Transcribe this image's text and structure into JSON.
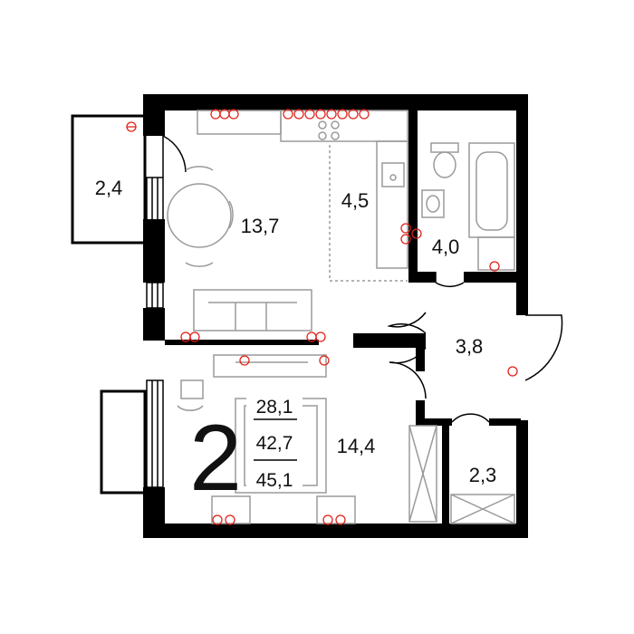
{
  "plan": {
    "room_count": "2",
    "areas": {
      "living": "28,1",
      "total": "42,7",
      "total_with_balcony": "45,1"
    },
    "rooms": {
      "balcony_top": "2,4",
      "kitchen_living": "13,7",
      "kitchen": "4,5",
      "bathroom": "4,0",
      "hall": "3,8",
      "bedroom": "14,4",
      "storage": "2,3"
    },
    "colors": {
      "wall": "#000000",
      "outlet": "#e32119",
      "furniture": "#9a9a9a",
      "text": "#111111"
    }
  }
}
